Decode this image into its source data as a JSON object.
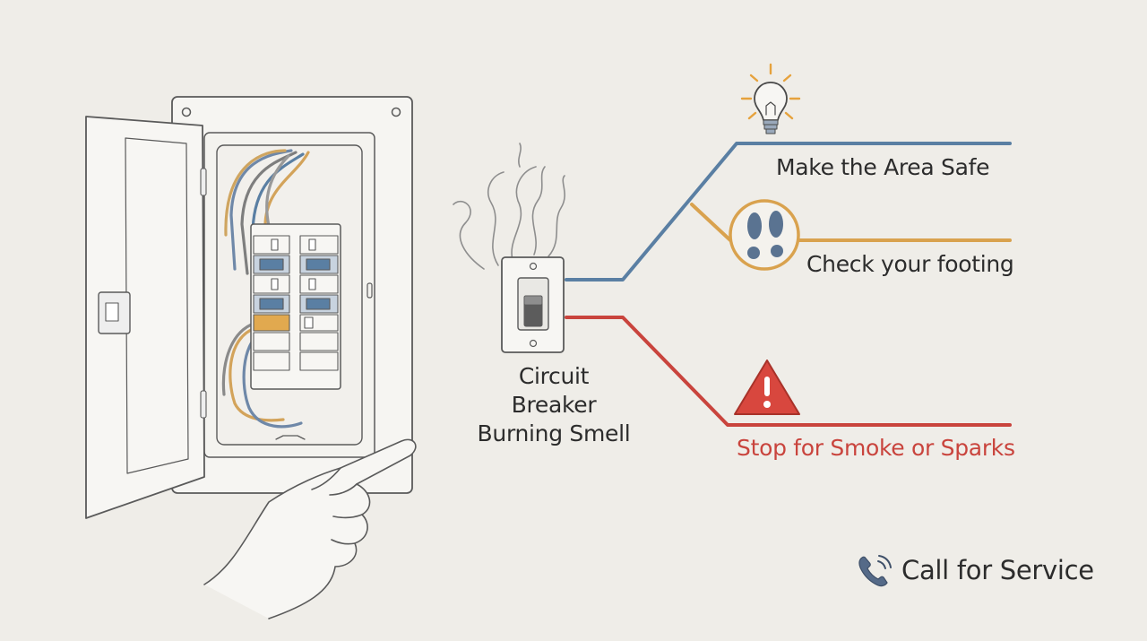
{
  "colors": {
    "background": "#efede8",
    "safe_branch": "#5a7fa3",
    "footing_branch": "#d9a24e",
    "stop_branch": "#c9443d",
    "ink": "#2c2c2c",
    "breaker_accent": "#e1a94f"
  },
  "source": {
    "line1": "Circuit Breaker",
    "line2": "Burning Smell",
    "icon": "wall-switch-icon"
  },
  "branches": [
    {
      "label": "Make the Area Safe",
      "icon": "light-bulb-icon",
      "color": "#5a7fa3"
    },
    {
      "label": "Check your footing",
      "icon": "footprints-icon",
      "color": "#d9a24e"
    },
    {
      "label": "Stop for Smoke or Sparks",
      "icon": "warning-icon",
      "color": "#c9443d"
    }
  ],
  "call": {
    "label": "Call for Service",
    "icon": "phone-icon"
  }
}
